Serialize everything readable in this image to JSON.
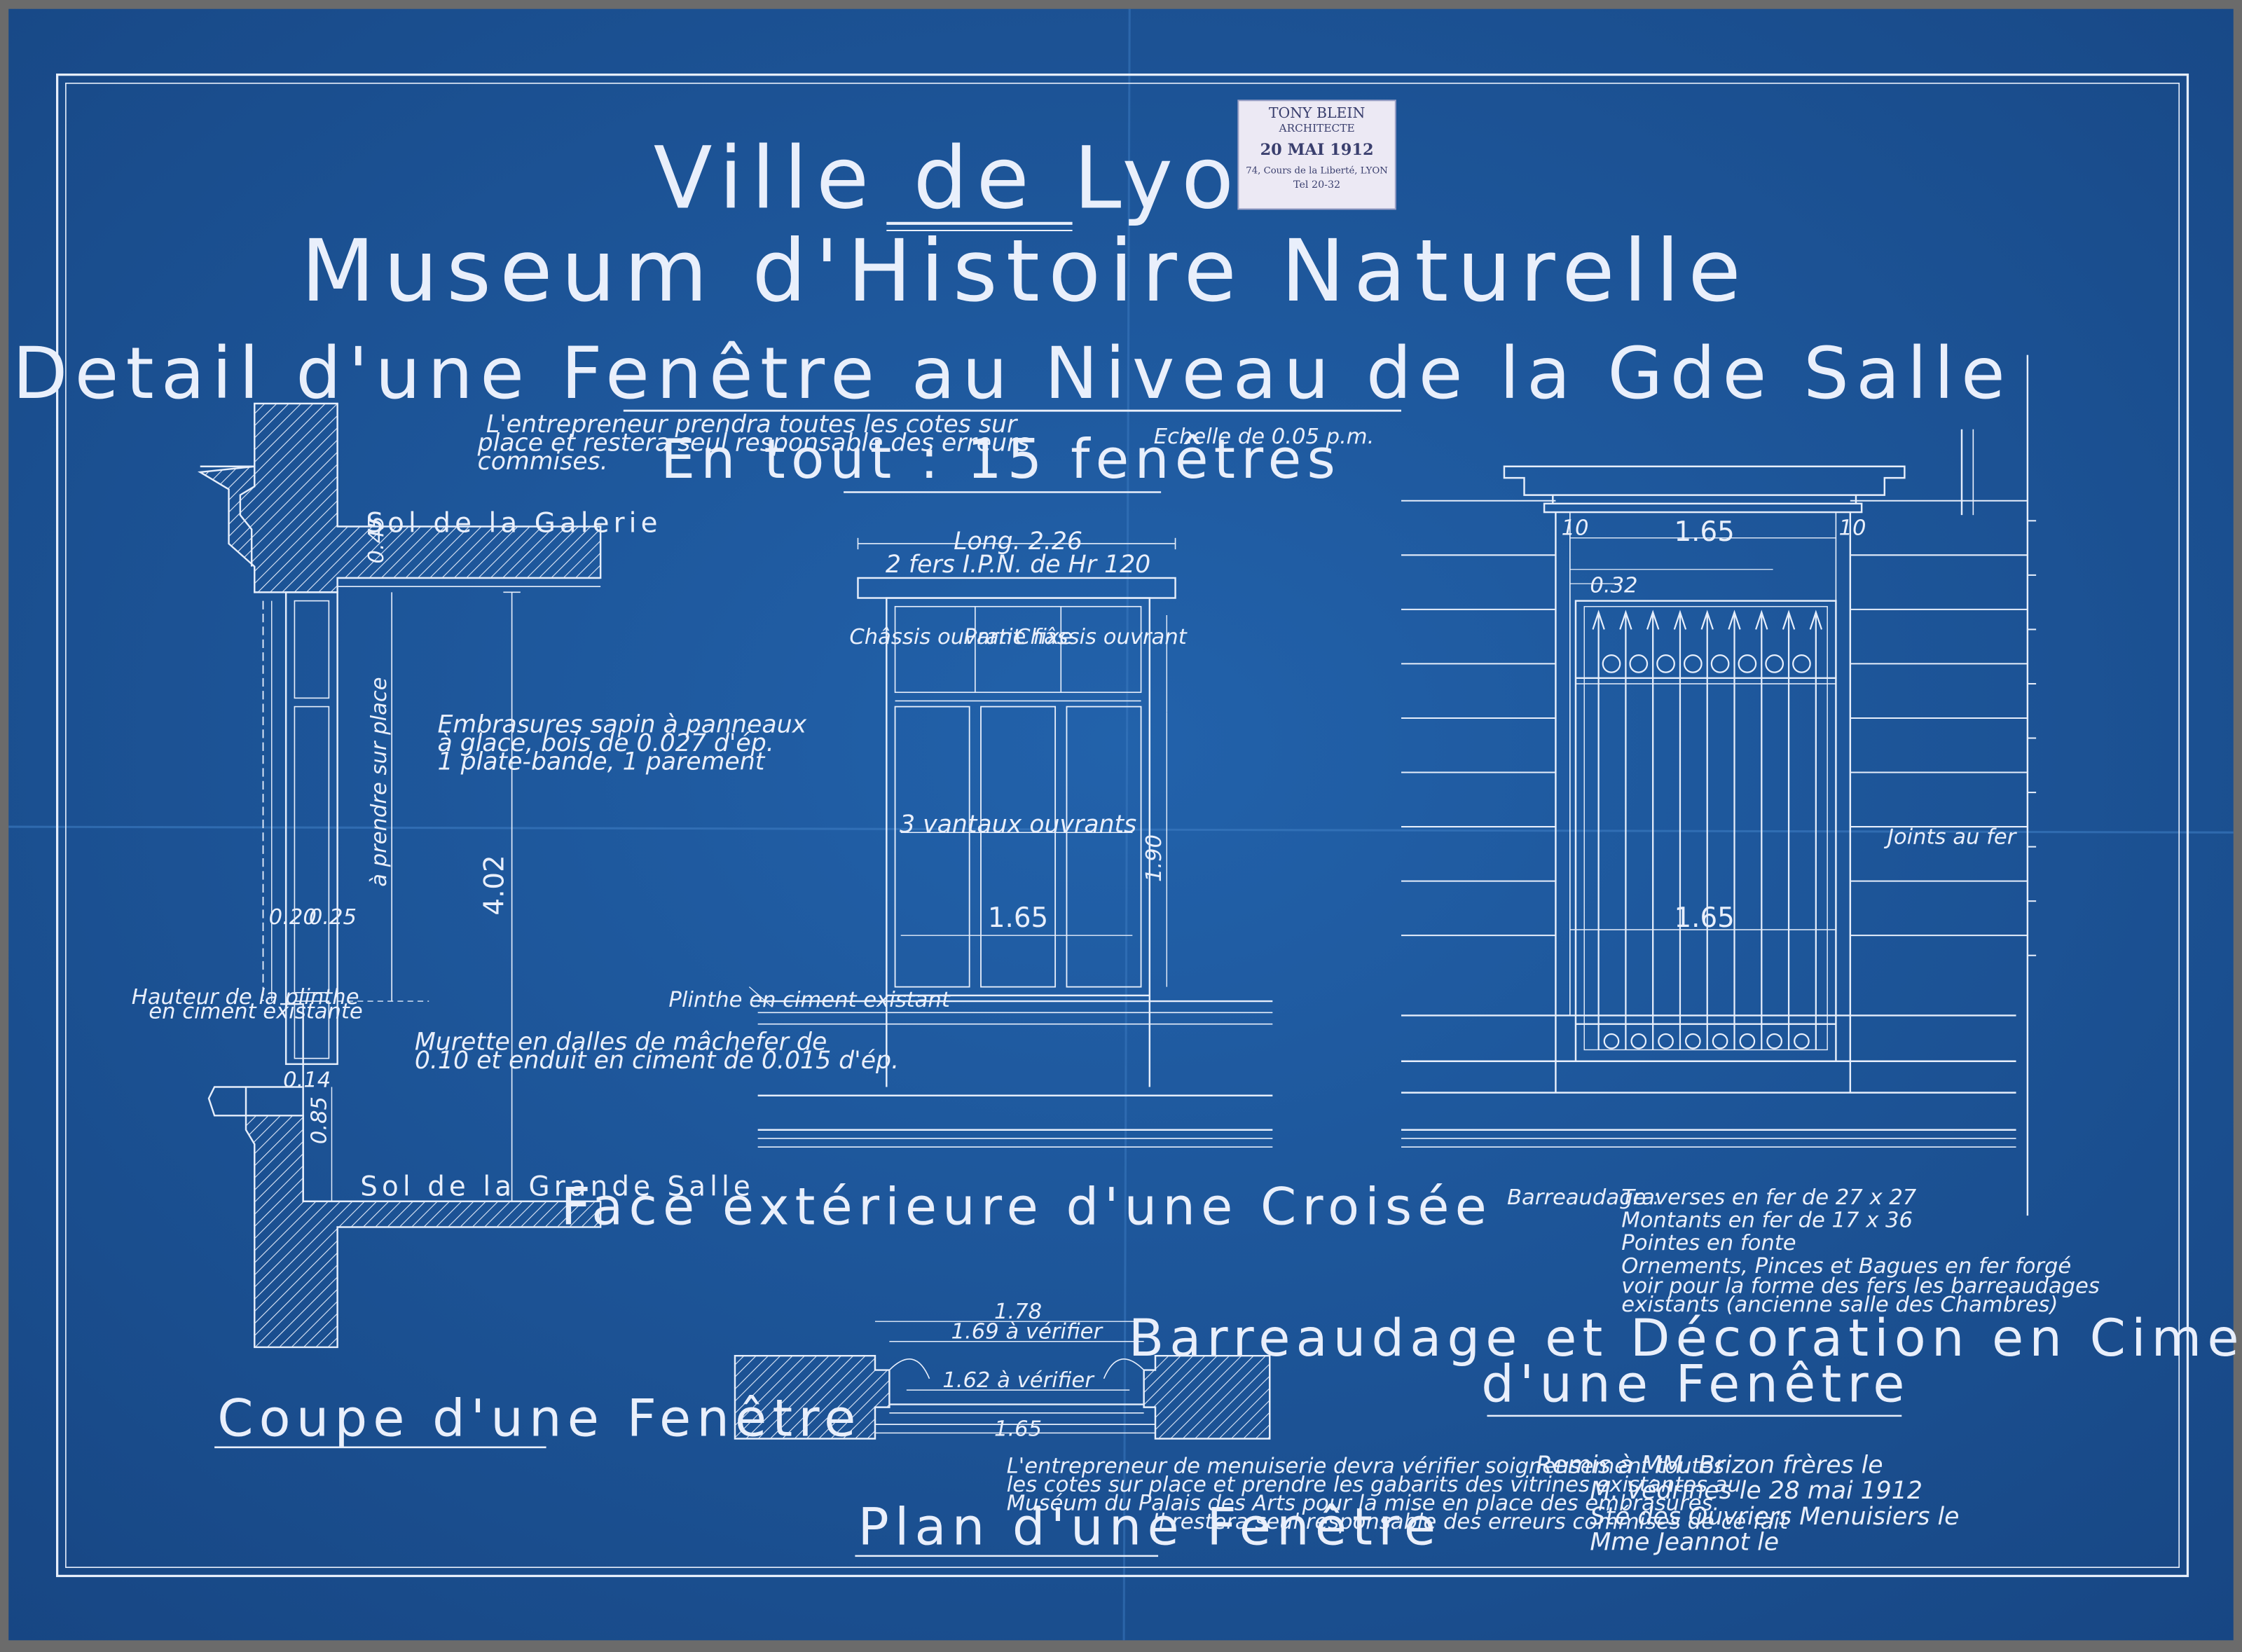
{
  "header": {
    "line1": "Ville de Lyon",
    "line2": "Museum d'Histoire Naturelle",
    "line3": "Detail d'une Fenêtre au Niveau de la Gde Salle",
    "count": "En tout : 15 fenêtres",
    "scale": "Echelle de 0.05 p.m."
  },
  "stamp": {
    "name": "TONY BLEIN",
    "role": "ARCHITECTE",
    "date": "20 MAI 1912",
    "address": "74, Cours de la Liberté, LYON",
    "phone": "Tel 20-32"
  },
  "section": {
    "caption": "Coupe d'une Fenêtre",
    "note_top_1": "L'entrepreneur prendra toutes les cotes sur",
    "note_top_2": "place et restera seul responsable des erreurs",
    "note_top_3": "commises.",
    "label_galerie": "Sol de la Galerie",
    "label_grande_salle": "Sol de la Grande Salle",
    "note_embrasure_1": "Embrasures sapin à panneaux",
    "note_embrasure_2": "à glace, bois de 0.027 d'ép.",
    "note_embrasure_3": "1 plate-bande, 1 parement",
    "note_murette_1": "Murette en dalles de mâchefer de",
    "note_murette_2": "0.10 et enduit en ciment de 0.015 d'ép.",
    "note_plinthe_1": "Hauteur de la plinthe",
    "note_plinthe_2": "en ciment existante",
    "dim_height": "4.02",
    "dim_prendre": "à prendre sur place",
    "dim_a": "0.20",
    "dim_b": "0.25",
    "dim_c": "0.85",
    "dim_d": "0.14",
    "dim_e": "0.45"
  },
  "face": {
    "caption": "Face extérieure d'une Croisée",
    "long": "Long. 2.26",
    "fers": "2 fers I.P.N. de Hr 120",
    "pane_left": "Châssis ouvrant",
    "pane_mid": "Partie fixe",
    "pane_right": "Châssis ouvrant",
    "vantaux": "3 vantaux ouvrants",
    "width": "1.65",
    "height": "1.90",
    "sill_note": "Plinthe en ciment existant"
  },
  "grille": {
    "caption_1": "Barreaudage et Décoration en Ciment",
    "caption_2": "d'une Fenêtre",
    "width": "1.65",
    "width_bottom": "1.65",
    "d10_a": "10",
    "d10_b": "10",
    "d32": "0.32",
    "joints": "Joints au fer",
    "spec_label": "Barreaudage :",
    "spec_1": "Traverses en fer de 27 x 27",
    "spec_2": "Montants en fer de 17 x 36",
    "spec_3": "Pointes en fonte",
    "spec_4": "Ornements, Pinces et Bagues en fer forgé",
    "spec_5": "voir pour la forme des fers les barreaudages",
    "spec_6": "existants (ancienne salle des Chambres)"
  },
  "plan": {
    "caption": "Plan d'une Fenêtre",
    "d178": "1.78",
    "d169": "1.69 à vérifier",
    "d162": "1.62 à vérifier",
    "d165": "1.65",
    "note_1": "L'entrepreneur de menuiserie devra vérifier soigneusement toutes",
    "note_2": "les cotes sur place et prendre les gabarits des vitrines existantes au",
    "note_3": "Muséum du Palais des Arts pour la mise en place des embrasures.",
    "note_4": "Il restera seul responsable des erreurs commises de ce fait"
  },
  "remis": {
    "line_1": "Remis à MM. Brizon frères le",
    "line_2": "M. Védrines le 28 mai 1912",
    "line_3": "Sté des Ouvriers Menuisiers le",
    "line_4": "Mme Jeannot le"
  },
  "colors": {
    "paper": "#1f5aa0",
    "paper_dark": "#184a8a",
    "ink": "#e9effb",
    "border": "#5a5a5a"
  }
}
